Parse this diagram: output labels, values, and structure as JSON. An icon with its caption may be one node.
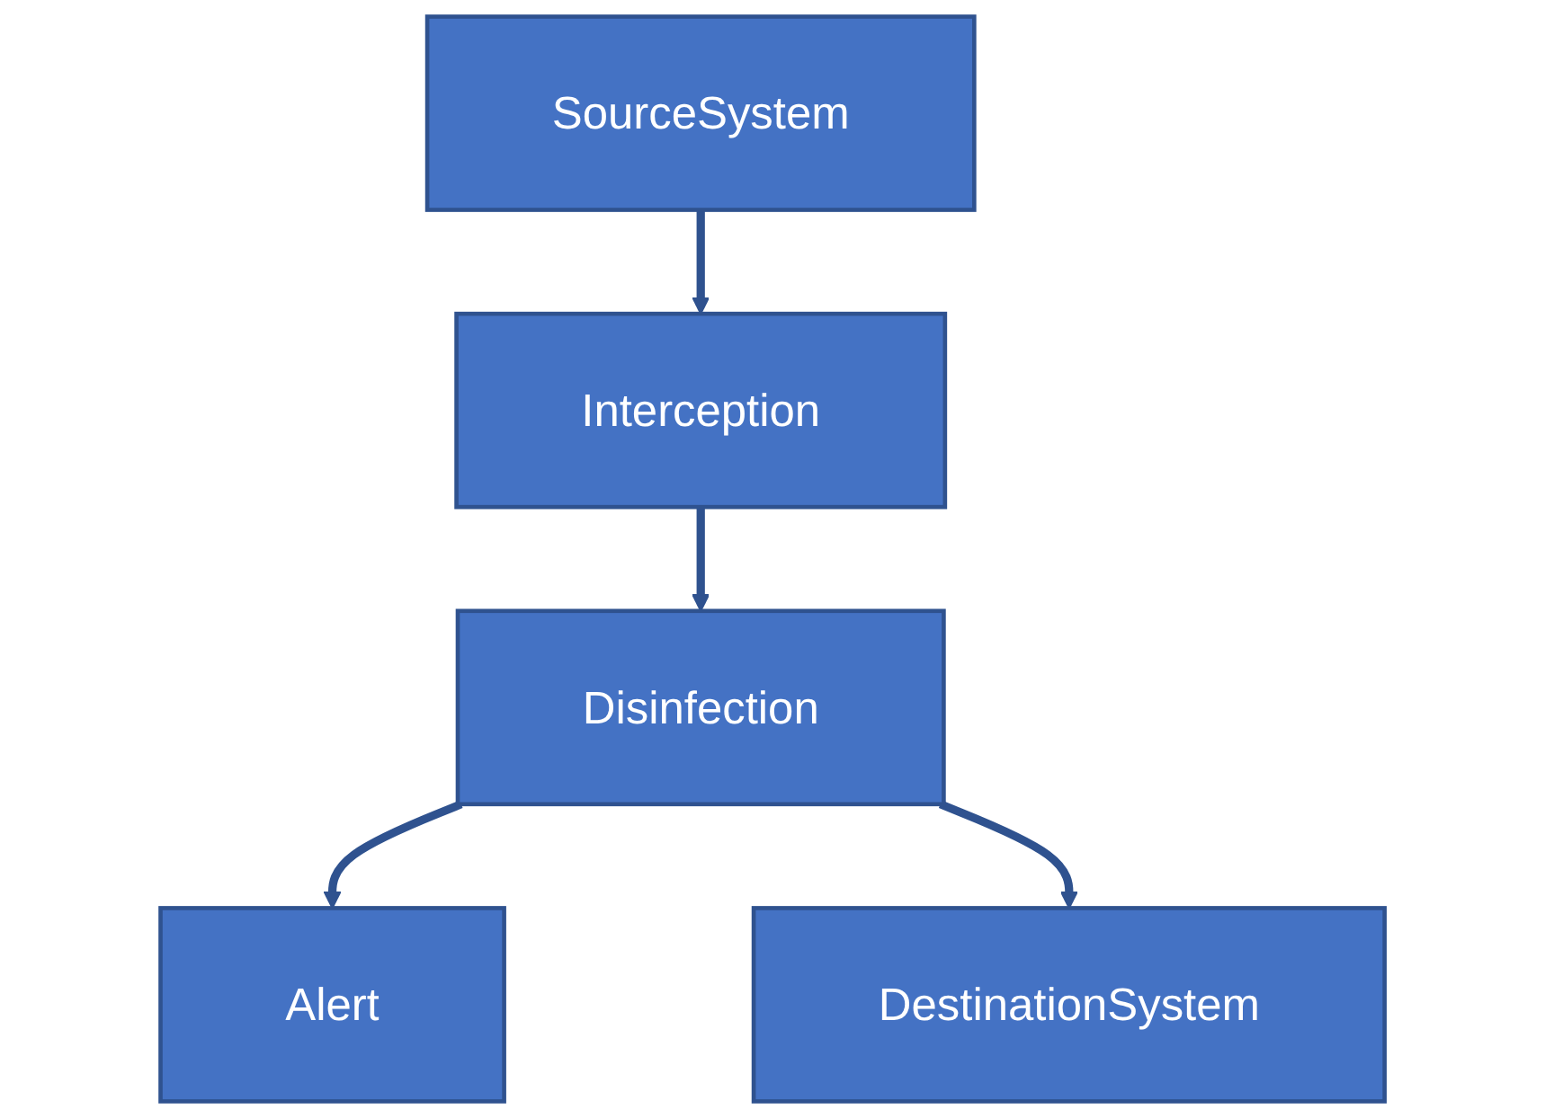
{
  "diagram": {
    "nodes": [
      {
        "text": [
          "SourceSystem"
        ]
      },
      {
        "text": [
          "Interception"
        ]
      },
      {
        "text": [
          "Disinfection"
        ]
      },
      {
        "text": [
          "Alert"
        ]
      },
      {
        "text": [
          "DestinationSystem"
        ]
      }
    ],
    "edges": [
      {
        "from": 0,
        "to": 1,
        "arrow": "to"
      },
      {
        "from": 1,
        "to": 2,
        "arrow": "to"
      },
      {
        "from": 2,
        "to": 3,
        "arrow": "to"
      },
      {
        "from": 2,
        "to": 4,
        "arrow": "to"
      }
    ]
  }
}
